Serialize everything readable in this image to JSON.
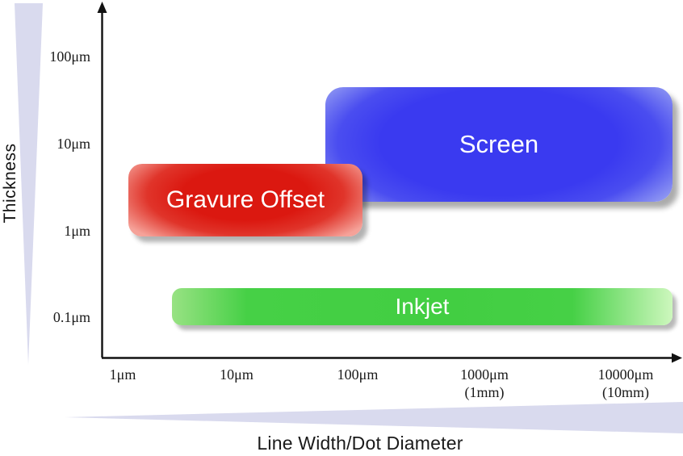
{
  "figure": {
    "y_axis_label": "Thickness",
    "x_axis_label": "Line Width/Dot Diameter",
    "y_ticks": [
      "100μm",
      "10μm",
      "1μm",
      "0.1μm"
    ],
    "x_ticks": [
      {
        "label": "1μm",
        "sub": ""
      },
      {
        "label": "10μm",
        "sub": ""
      },
      {
        "label": "100μm",
        "sub": ""
      },
      {
        "label": "1000μm",
        "sub": "(1mm)"
      },
      {
        "label": "10000μm",
        "sub": "(10mm)"
      }
    ],
    "regions": [
      {
        "label": "Gravure Offset",
        "color": "#db1810"
      },
      {
        "label": "Screen",
        "color": "#3a3af0"
      },
      {
        "label": "Inkjet",
        "color": "#46d046"
      }
    ],
    "colors": {
      "wedge_decoration": "#d9daee",
      "axis": "#111111",
      "region_text": "#ffffff",
      "gravure_edge": "#f5a299",
      "screen_edge": "#9aa3f3",
      "inkjet_edge": "#cdf7bd"
    }
  },
  "chart_data": {
    "type": "area",
    "subtype": "log-log capability range regions",
    "title": "",
    "xlabel": "Line Width/Dot Diameter",
    "ylabel": "Thickness",
    "x_scale": "log",
    "y_scale": "log",
    "x_tick_labels": [
      "1μm",
      "10μm",
      "100μm",
      "1000μm (1mm)",
      "10000μm (10mm)"
    ],
    "y_tick_labels": [
      "100μm",
      "10μm",
      "1μm",
      "0.1μm"
    ],
    "x_axis_range_um": [
      1,
      30000
    ],
    "y_axis_range_um": [
      0.05,
      300
    ],
    "grid": false,
    "legend": false,
    "series": [
      {
        "name": "Gravure Offset",
        "color": "#db1810",
        "line_width_um": [
          1.1,
          110
        ],
        "thickness_um": [
          0.85,
          6
        ]
      },
      {
        "name": "Screen",
        "color": "#3a3af0",
        "line_width_um": [
          45,
          30000
        ],
        "thickness_um": [
          2,
          45
        ]
      },
      {
        "name": "Inkjet",
        "color": "#46d046",
        "line_width_um": [
          2.5,
          25000
        ],
        "thickness_um": [
          0.08,
          0.2
        ]
      }
    ]
  }
}
